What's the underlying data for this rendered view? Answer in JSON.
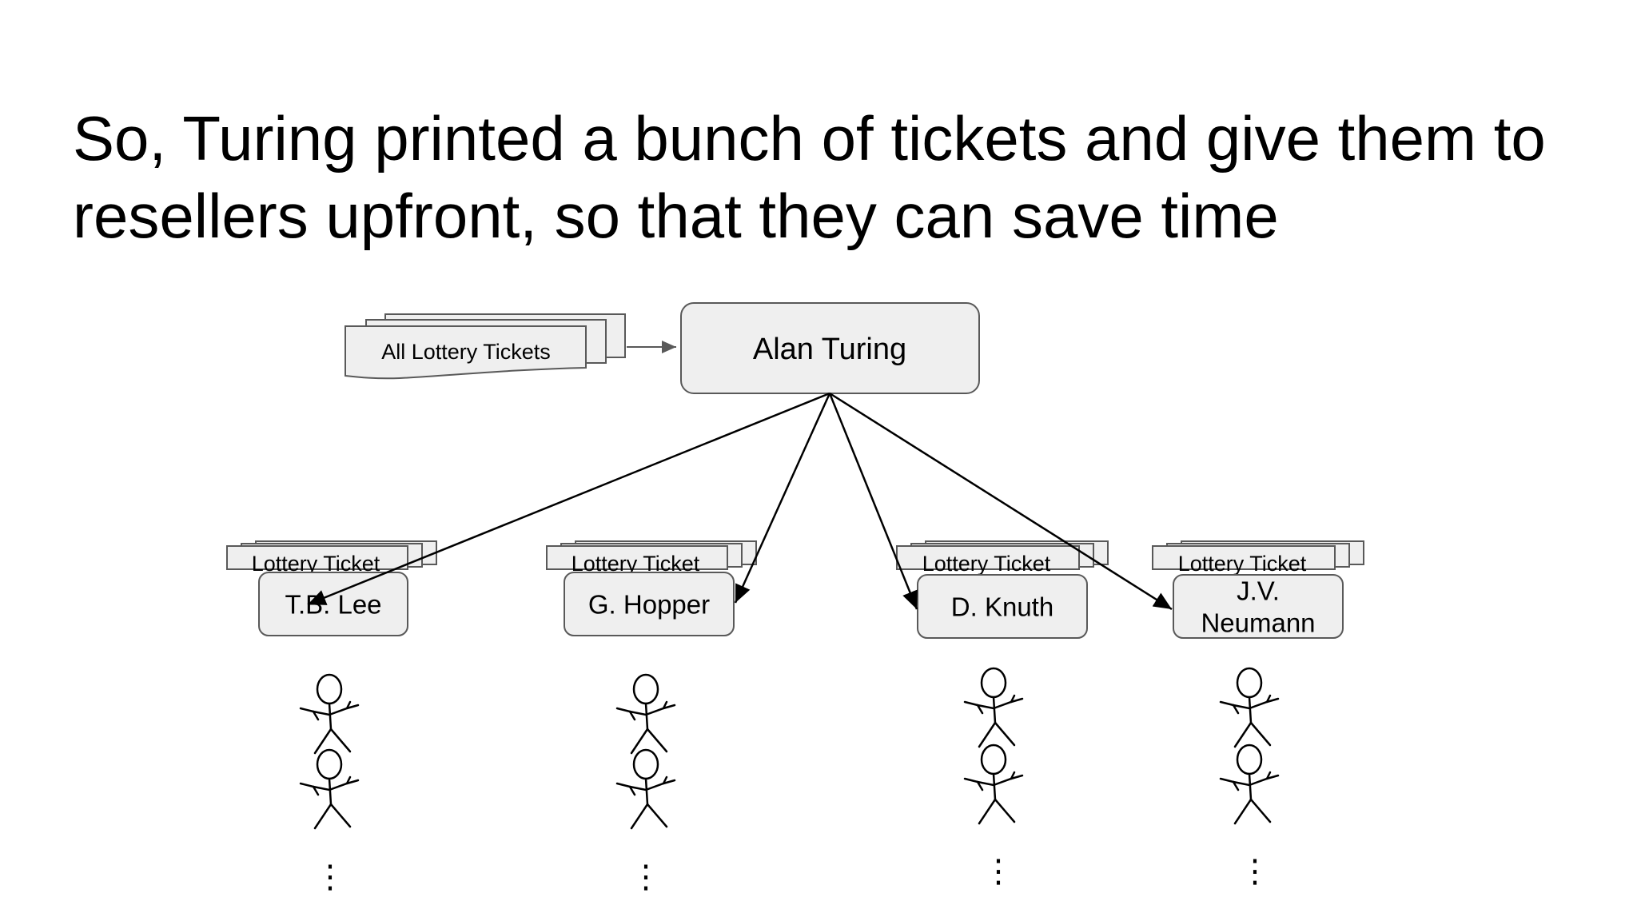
{
  "title": "So, Turing printed a bunch of tickets and give them to resellers upfront, so that they can save time",
  "source_stack_label": "All Lottery Tickets",
  "root_label": "Alan Turing",
  "ticket_label": "Lottery Ticket",
  "ellipsis": "⋮",
  "resellers": [
    {
      "name_lines": [
        "T.B. Lee"
      ]
    },
    {
      "name_lines": [
        "G. Hopper"
      ]
    },
    {
      "name_lines": [
        "D. Knuth"
      ]
    },
    {
      "name_lines": [
        "J.V.",
        "Neumann"
      ]
    }
  ],
  "colors": {
    "box_fill": "#efefef",
    "box_stroke": "#595959",
    "arrow": "#000000"
  }
}
